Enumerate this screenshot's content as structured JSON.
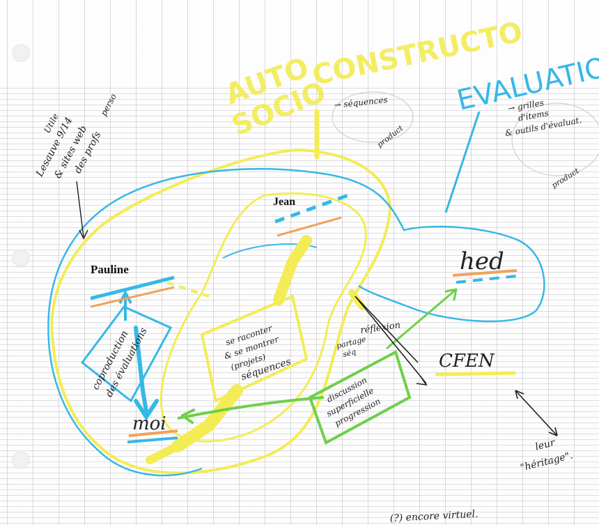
{
  "colors": {
    "yellow": "#f3ec55",
    "blue": "#35b8e6",
    "green": "#6fcf4a",
    "orange": "#f0a35a",
    "ink": "#222222"
  },
  "headings": {
    "auto": "AUTO",
    "socio": "SOCIO",
    "constructo": "CONSTRUCTO",
    "evaluation": "EVALUATION"
  },
  "nodes": {
    "jean": "Jean",
    "pauline": "Pauline",
    "moi": "moi",
    "hed": "hed",
    "cfen": "CFEN"
  },
  "notes": {
    "top_left": [
      "Utile",
      "Lesauve 9/14",
      "& sites web",
      "des profs",
      "perso"
    ],
    "sequences": "→ séquences",
    "product_1": "product",
    "grilles": [
      "→ grilles",
      "d'items",
      "& outils d'évaluat."
    ],
    "product_2": "product",
    "coproduction": [
      "coproduction",
      "des évaluations"
    ],
    "raconter": [
      "se raconter",
      "& se montrer",
      "(projets)",
      "séquences"
    ],
    "reflexion": "réflexion",
    "partage": [
      "partage",
      "séq"
    ],
    "discussion": [
      "discussion",
      "superficielle",
      "progression"
    ],
    "leur_heritage": [
      "leur",
      "\"héritage\"."
    ],
    "encore_virtuel": "(?) encore virtuel."
  }
}
